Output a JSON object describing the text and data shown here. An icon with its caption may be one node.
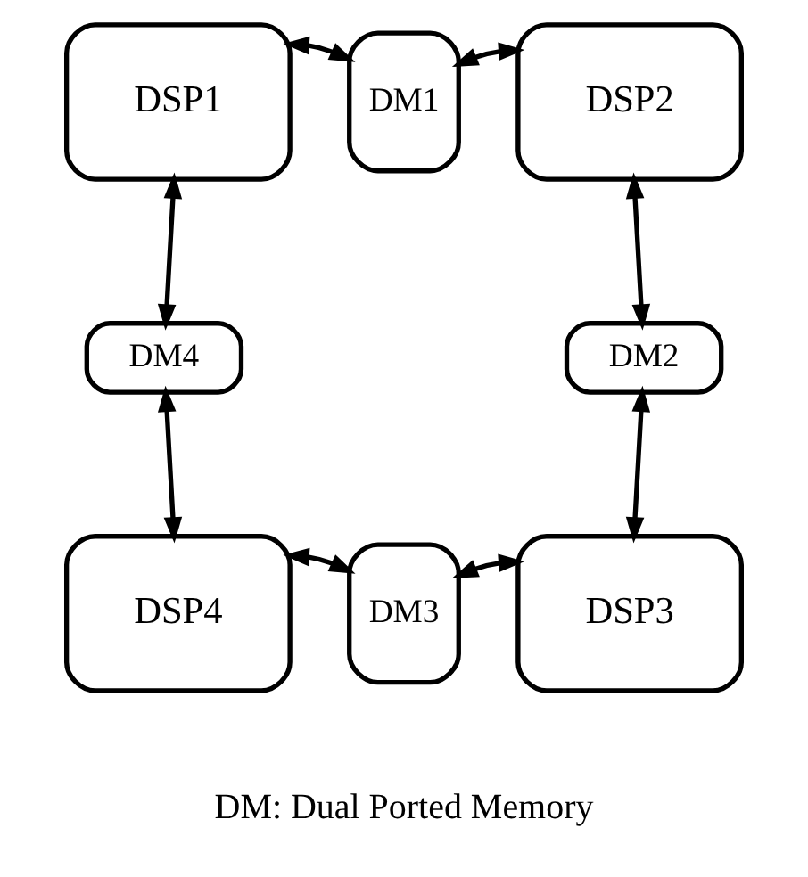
{
  "diagram": {
    "nodes": [
      {
        "text": [
          "DSP1"
        ]
      },
      {
        "text": [
          "DM1"
        ]
      },
      {
        "text": [
          "DSP2"
        ]
      },
      {
        "text": [
          "DM4"
        ]
      },
      {
        "text": [
          "DM2"
        ]
      },
      {
        "text": [
          "DSP4"
        ]
      },
      {
        "text": [
          "DM3"
        ]
      },
      {
        "text": [
          "DSP3"
        ]
      }
    ],
    "edges": [
      {
        "from": 0,
        "to": 1,
        "arrow": "both"
      },
      {
        "from": 1,
        "to": 2,
        "arrow": "both"
      },
      {
        "from": 0,
        "to": 3,
        "arrow": "both"
      },
      {
        "from": 2,
        "to": 4,
        "arrow": "both"
      },
      {
        "from": 3,
        "to": 5,
        "arrow": "both"
      },
      {
        "from": 4,
        "to": 7,
        "arrow": "both"
      },
      {
        "from": 5,
        "to": 6,
        "arrow": "both"
      },
      {
        "from": 6,
        "to": 7,
        "arrow": "both"
      }
    ],
    "labels": [
      "DM: Dual Ported Memory"
    ]
  }
}
